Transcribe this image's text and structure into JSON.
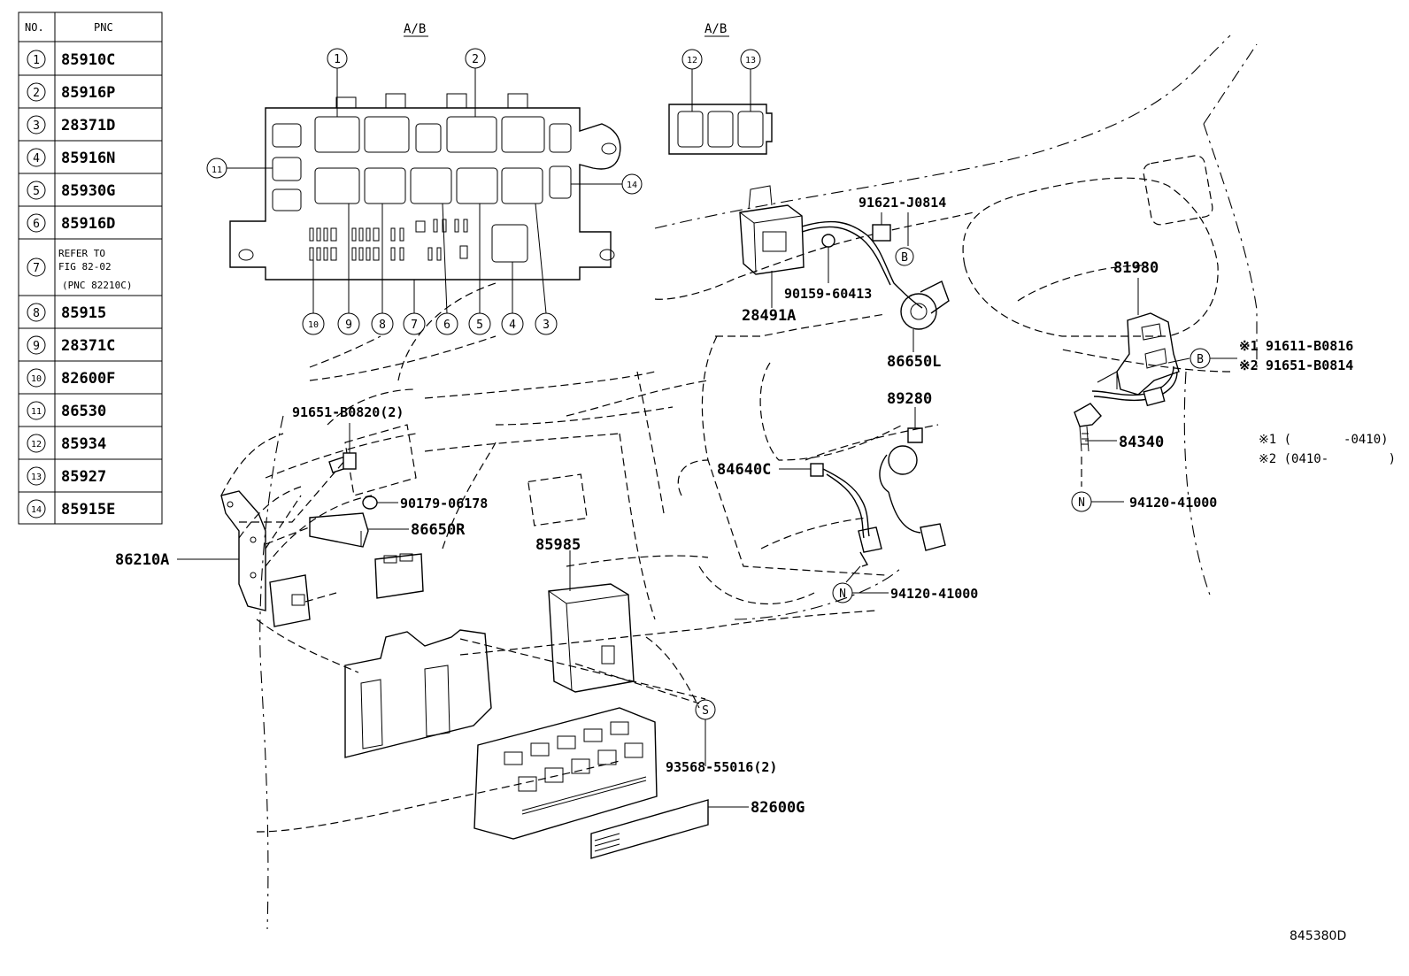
{
  "table": {
    "header_no": "NO.",
    "header_pnc": "PNC",
    "rows": [
      {
        "no": "1",
        "pnc": "85910C"
      },
      {
        "no": "2",
        "pnc": "85916P"
      },
      {
        "no": "3",
        "pnc": "28371D"
      },
      {
        "no": "4",
        "pnc": "85916N"
      },
      {
        "no": "5",
        "pnc": "85930G"
      },
      {
        "no": "6",
        "pnc": "85916D"
      },
      {
        "no": "7",
        "pnc": "",
        "ref1": "REFER TO",
        "ref2": "FIG 82-02",
        "ref3": "(PNC 82210C)"
      },
      {
        "no": "8",
        "pnc": "85915"
      },
      {
        "no": "9",
        "pnc": "28371C"
      },
      {
        "no": "10",
        "pnc": "82600F"
      },
      {
        "no": "11",
        "pnc": "86530"
      },
      {
        "no": "12",
        "pnc": "85934"
      },
      {
        "no": "13",
        "pnc": "85927"
      },
      {
        "no": "14",
        "pnc": "85915E"
      }
    ]
  },
  "relay_box": {
    "label_main": "A/B",
    "label_small": "A/B",
    "top_callouts": [
      "1",
      "2"
    ],
    "side_left": "11",
    "side_right": "14",
    "bottom_callouts": [
      "10",
      "9",
      "8",
      "7",
      "6",
      "5",
      "4",
      "3"
    ],
    "small_callouts": [
      "12",
      "13"
    ]
  },
  "parts": {
    "p91651_B0820": "91651-B0820(2)",
    "p90179_06178": "90179-06178",
    "p86650R": "86650R",
    "p86210A": "86210A",
    "p85985": "85985",
    "p93568_55016": "93568-55016(2)",
    "p82600G": "82600G",
    "p28491A": "28491A",
    "p90159_60413": "90159-60413",
    "p91621_J0814": "91621-J0814",
    "p86650L": "86650L",
    "p89280": "89280",
    "p84640C": "84640C",
    "p94120_41000_a": "94120-41000",
    "p81980": "81980",
    "p84340": "84340",
    "p94120_41000_b": "94120-41000",
    "note1_mark": "※1",
    "note1_part": "91611-B0816",
    "note2_mark": "※2",
    "note2_part": "91651-B0814",
    "legend1": "※1 (       -0410)",
    "legend2": "※2 (0410-        )"
  },
  "markers": {
    "B": "B",
    "N": "N",
    "S": "S"
  },
  "figure_id": "845380D"
}
